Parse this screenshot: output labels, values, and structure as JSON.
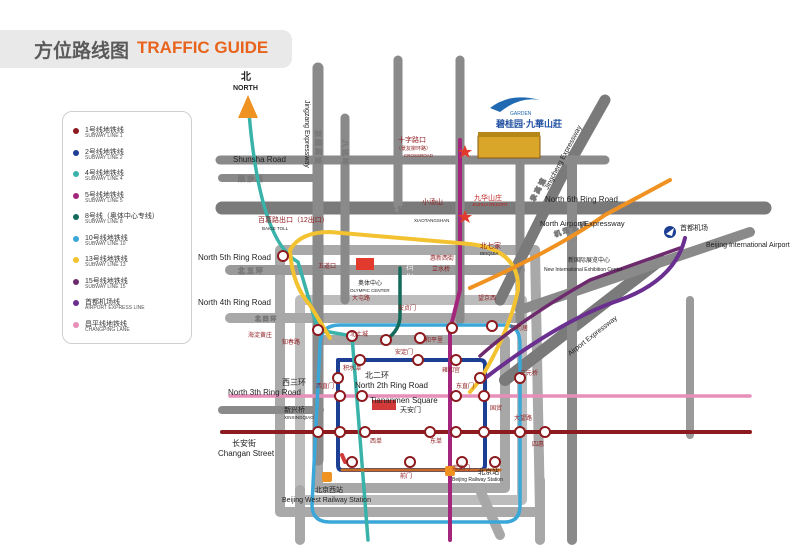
{
  "header": {
    "title_cn": "方位路线图",
    "title_en": "TRAFFIC GUIDE"
  },
  "compass": {
    "cn": "北",
    "en": "NORTH"
  },
  "logo": {
    "brand": "GARDEN",
    "text": "碧桂园·九華山莊"
  },
  "legend": [
    {
      "cn": "1号线地铁线",
      "en": "SUBWAY LINE 1",
      "color": "#8d1a1e"
    },
    {
      "cn": "2号线地铁线",
      "en": "SUBWAY LINE 2",
      "color": "#1c3f94"
    },
    {
      "cn": "4号线地铁线",
      "en": "SUBWAY LINE 4",
      "color": "#39b3a9"
    },
    {
      "cn": "5号线地铁线",
      "en": "SUBWAY LINE 5",
      "color": "#a3267c"
    },
    {
      "cn": "8号线（奥体中心专线）",
      "en": "SUBWAY LINE 8",
      "color": "#126a5a"
    },
    {
      "cn": "10号线地铁线",
      "en": "SUBWAY LINE 10",
      "color": "#3aa7d8"
    },
    {
      "cn": "13号线地铁线",
      "en": "SUBWAY LINE 13",
      "color": "#f2c230"
    },
    {
      "cn": "15号线地铁线",
      "en": "SUBWAY LINE 15",
      "color": "#6d2a6c"
    },
    {
      "cn": "首都机场线",
      "en": "AIRPORT EXPRESS LINE",
      "color": "#6a2f8f"
    },
    {
      "cn": "昌平线地铁线",
      "en": "CHANGPING LANE",
      "color": "#e58fb9"
    }
  ],
  "roads": {
    "shunsha_en": "Shunsha Road",
    "shunsha_cn": "顺 沙 路",
    "jingzang_en": "Jingzang Expressway",
    "jingzang_cn": "京 藏 高 速",
    "badaling_cn": "八 达 岭",
    "jingcheng_en": "Jingcheng Expressway",
    "jingcheng_cn": "京 承 高 速",
    "ring6_en": "North 6th Ring Road",
    "ring6_cn": "北 六 环",
    "airport_exp_en": "Airport Expressway",
    "airport_exp_cn": "机 场 北 线",
    "airport_exp2_en": "North Airport Expressway",
    "ring5_en": "North 5th Ring Road",
    "ring5_cn": "北 五 环",
    "ring4_en": "North 4th Ring Road",
    "ring4_cn": "北 四 环",
    "ring3_cn": "西三环",
    "ring3_en": "North 3th Ring Road",
    "ring2_cn": "北二环",
    "ring2_en": "North 2th Ring Road",
    "changan_cn": "长安街",
    "changan_en": "Changan Street",
    "anli_cn": "安 立 路",
    "lishui_cn": "立 水 桥",
    "airport_exp3_en": "Airport Expressway"
  },
  "places": {
    "crossroad_cn": "十字路口",
    "crossroad_sub": "（景友柳环路）",
    "crossroad_en": "CROSSROAD",
    "jiuhua_cn": "九华山庄",
    "jiuhua_en": "JIUHUA RESORT",
    "baige_cn": "百葛路出口（12出口）",
    "baige_en": "BAIGE TOLL",
    "olympic_cn": "奥体中心",
    "olympic_en": "OLYMPIC CENTER",
    "tiananmen_en": "Tiananmen Square",
    "tiananmen_cn": "天安门",
    "beijing_rail_cn": "北京站",
    "beijing_rail_en": "Beijing Railway Station",
    "west_rail_cn": "北京西站",
    "west_rail_en": "Beijing West Railway Station",
    "expo_cn": "新国际展览中心",
    "expo_en": "New International Exhibition Center",
    "airport_cn": "首都机场",
    "airport_en": "Beijing International Airport",
    "xinxing_cn": "新兴桥",
    "xinxing_en": "XINXINGQIAO",
    "xuetang_cn": "小汤山",
    "xuetang_en": "XIAOTANGSHAN",
    "beiqijia_cn": "北七家",
    "beiqijia_en": "BEIQIJIA",
    "wangjing_cn": "望京西",
    "guomao_cn": "国贸",
    "dongzhimen_cn": "东直门",
    "xizhimen_cn": "西直门",
    "xidan_cn": "西单",
    "dongdan_cn": "东单",
    "sihui_cn": "四惠",
    "dawanglu_cn": "大望路",
    "sanyuanqiao_cn": "三元桥",
    "andingmen_cn": "安定门",
    "yonghegong_cn": "雍和宫",
    "qianmen_cn": "前门",
    "chongwenmen_cn": "崇文门",
    "jishuitan_cn": "积水潭",
    "zhichunlu_cn": "知春路",
    "datunlu_cn": "大屯路",
    "anzhenmen_cn": "安贞门",
    "beitucheng_cn": "北土城",
    "shaoyaoju_cn": "芍药居",
    "hepingli_cn": "和平里",
    "huixinxijie_cn": "惠新西街",
    "lishuiqiao_cn": "立水桥",
    "haidianhuangzhuang_cn": "海淀黄庄",
    "wudaokou_cn": "五道口"
  }
}
